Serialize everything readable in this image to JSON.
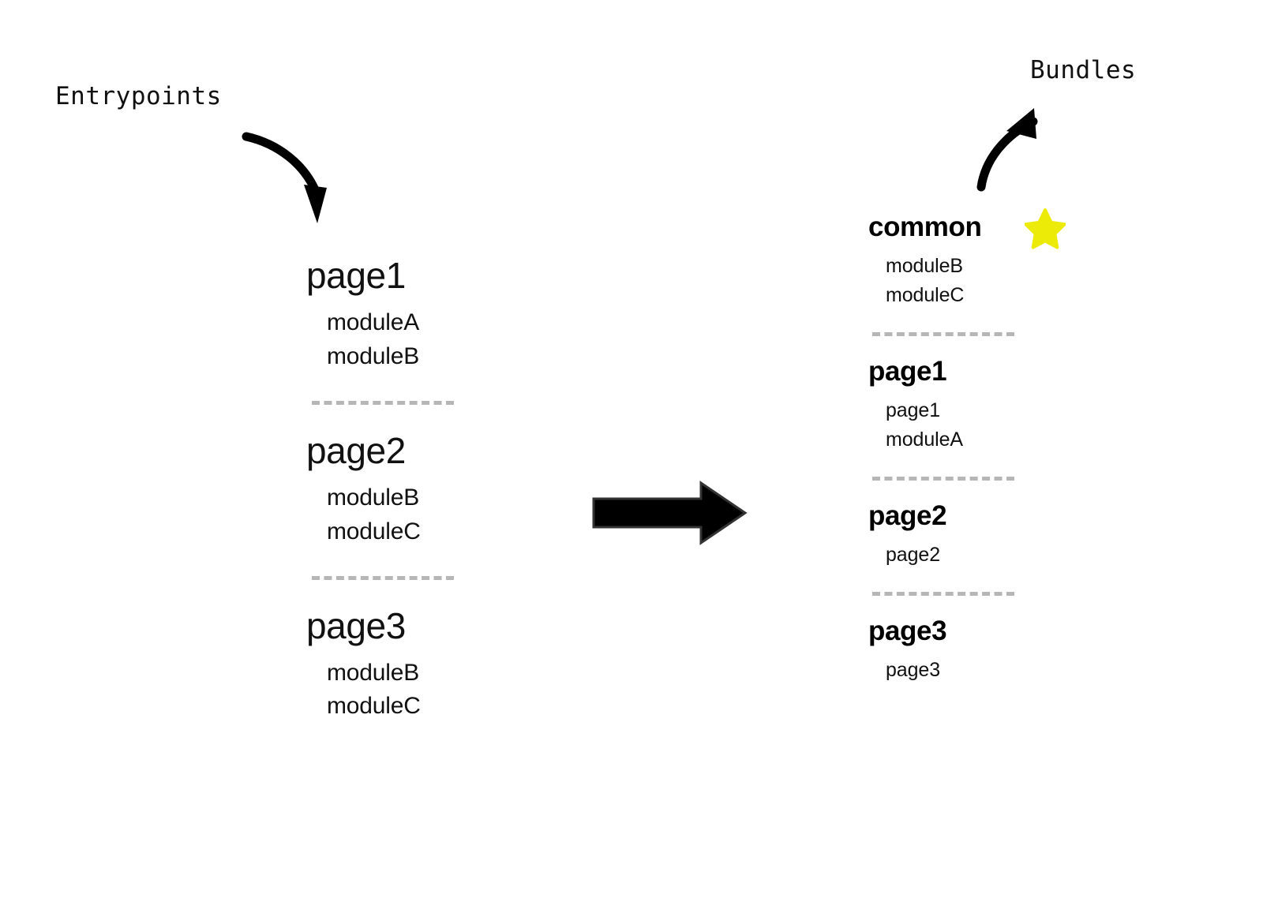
{
  "diagram": {
    "title_left": "Entrypoints",
    "title_right": "Bundles",
    "colors": {
      "green": "#5da04b",
      "red": "#f50505",
      "star_yellow": "#ebeb07",
      "divider_gray": "#b6b6b6",
      "text": "#111111",
      "background": "#ffffff"
    },
    "icons": {
      "left_curved_arrow": "curved-arrow-down-right-icon",
      "right_curved_arrow": "curved-arrow-up-right-icon",
      "transform_arrow": "block-arrow-right-icon",
      "star": "star-icon"
    }
  },
  "entrypoints": {
    "groups": [
      {
        "title": "page1",
        "modules": [
          {
            "label": "moduleA",
            "style": "plain"
          },
          {
            "label": "moduleB",
            "style": "accent-green"
          }
        ]
      },
      {
        "title": "page2",
        "modules": [
          {
            "label": "moduleB",
            "style": "accent-green"
          },
          {
            "label": "moduleC",
            "style": "accent-red"
          }
        ]
      },
      {
        "title": "page3",
        "modules": [
          {
            "label": "moduleB",
            "style": "accent-green"
          },
          {
            "label": "moduleC",
            "style": "accent-red"
          }
        ]
      }
    ]
  },
  "bundles": {
    "groups": [
      {
        "title": "common",
        "starred": true,
        "modules": [
          {
            "label": "moduleB",
            "style": "accent-green"
          },
          {
            "label": "moduleC",
            "style": "accent-red"
          }
        ]
      },
      {
        "title": "page1",
        "starred": false,
        "modules": [
          {
            "label": "page1",
            "style": "plain"
          },
          {
            "label": "moduleA",
            "style": "plain"
          }
        ]
      },
      {
        "title": "page2",
        "starred": false,
        "modules": [
          {
            "label": "page2",
            "style": "plain"
          }
        ]
      },
      {
        "title": "page3",
        "starred": false,
        "modules": [
          {
            "label": "page3",
            "style": "plain"
          }
        ]
      }
    ]
  }
}
